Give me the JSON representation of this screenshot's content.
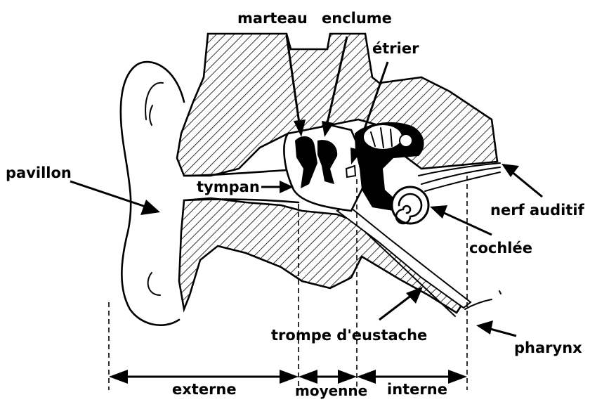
{
  "labels": {
    "marteau": "marteau",
    "enclume": "enclume",
    "etrier": "étrier",
    "pavillon": "pavillon",
    "tympan": "tympan",
    "nerf_auditif": "nerf auditif",
    "cochlee": "cochlée",
    "trompe": "trompe d'eustache",
    "pharynx": "pharynx"
  },
  "zones": {
    "externe": "externe",
    "moyenne": "moyenne",
    "interne": "interne"
  },
  "colors": {
    "ink": "#000000",
    "background": "#ffffff"
  }
}
